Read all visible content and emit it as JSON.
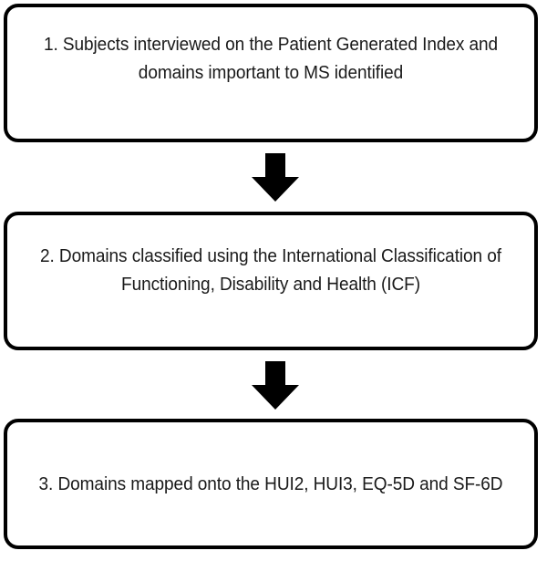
{
  "diagram": {
    "type": "vertical-flowchart",
    "background_color": "#ffffff",
    "border_color": "#000000",
    "text_color": "#1a1a1a",
    "steps": [
      {
        "number": "1",
        "text": "1. Subjects interviewed on the Patient Generated Index and domains important to MS identified"
      },
      {
        "number": "2",
        "text": "2. Domains classified using the International Classification of Functioning, Disability and Health (ICF)"
      },
      {
        "number": "3",
        "text": "3. Domains mapped onto the HUI2, HUI3, EQ-5D and SF-6D"
      }
    ],
    "connectors": [
      {
        "icon": "down-arrow-icon",
        "from": "1",
        "to": "2"
      },
      {
        "icon": "down-arrow-icon",
        "from": "2",
        "to": "3"
      }
    ]
  }
}
